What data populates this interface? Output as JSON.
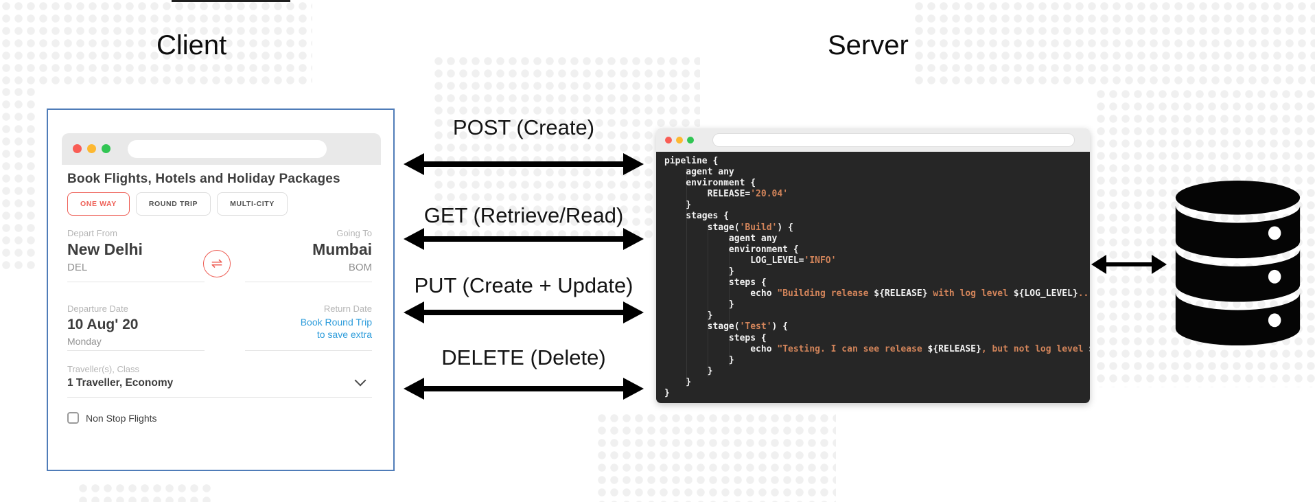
{
  "titles": {
    "client": "Client",
    "server": "Server"
  },
  "arrows": [
    {
      "label": "POST (Create)"
    },
    {
      "label": "GET (Retrieve/Read)"
    },
    {
      "label": "PUT (Create + Update)"
    },
    {
      "label": "DELETE (Delete)"
    }
  ],
  "client": {
    "heading": "Book Flights, Hotels and Holiday Packages",
    "trip_tabs": [
      {
        "label": "ONE WAY",
        "selected": true
      },
      {
        "label": "ROUND TRIP",
        "selected": false
      },
      {
        "label": "MULTI-CITY",
        "selected": false
      }
    ],
    "depart": {
      "label": "Depart From",
      "city": "New Delhi",
      "code": "DEL"
    },
    "going": {
      "label": "Going To",
      "city": "Mumbai",
      "code": "BOM"
    },
    "departure_date": {
      "label": "Departure Date",
      "date": "10 Aug' 20",
      "day": "Monday"
    },
    "return_date": {
      "label": "Return Date",
      "link_line1": "Book Round Trip",
      "link_line2": "to save extra"
    },
    "traveller": {
      "label": "Traveller(s), Class",
      "value": "1 Traveller, Economy"
    },
    "non_stop": {
      "label": "Non Stop Flights",
      "checked": false
    },
    "swap_icon_glyph": "⇌"
  },
  "server": {
    "code": {
      "lines": [
        [
          {
            "c": "p",
            "t": "pipeline {"
          }
        ],
        [
          {
            "c": "p",
            "t": "    agent any"
          }
        ],
        [
          {
            "c": "p",
            "t": "    environment {"
          }
        ],
        [
          {
            "c": "p",
            "t": "        RELEASE="
          },
          {
            "c": "s",
            "t": "'20.04'"
          }
        ],
        [
          {
            "c": "p",
            "t": "    }"
          }
        ],
        [
          {
            "c": "p",
            "t": "    stages {"
          }
        ],
        [
          {
            "c": "p",
            "t": "        stage("
          },
          {
            "c": "s",
            "t": "'Build'"
          },
          {
            "c": "p",
            "t": ") {"
          }
        ],
        [
          {
            "c": "p",
            "t": "            agent any"
          }
        ],
        [
          {
            "c": "p",
            "t": "            environment {"
          }
        ],
        [
          {
            "c": "p",
            "t": "                LOG_LEVEL="
          },
          {
            "c": "s",
            "t": "'INFO'"
          }
        ],
        [
          {
            "c": "p",
            "t": "            }"
          }
        ],
        [
          {
            "c": "p",
            "t": "            steps {"
          }
        ],
        [
          {
            "c": "p",
            "t": "                echo "
          },
          {
            "c": "s",
            "t": "\"Building release "
          },
          {
            "c": "p",
            "t": "${RELEASE}"
          },
          {
            "c": "s",
            "t": " with log level "
          },
          {
            "c": "p",
            "t": "${LOG_LEVEL}"
          },
          {
            "c": "s",
            "t": "...\""
          }
        ],
        [
          {
            "c": "p",
            "t": "            }"
          }
        ],
        [
          {
            "c": "p",
            "t": "        }"
          }
        ],
        [
          {
            "c": "p",
            "t": "        stage("
          },
          {
            "c": "s",
            "t": "'Test'"
          },
          {
            "c": "p",
            "t": ") {"
          }
        ],
        [
          {
            "c": "p",
            "t": "            steps {"
          }
        ],
        [
          {
            "c": "p",
            "t": "                echo "
          },
          {
            "c": "s",
            "t": "\"Testing. I can see release "
          },
          {
            "c": "p",
            "t": "${RELEASE}"
          },
          {
            "c": "s",
            "t": ", but not log level "
          },
          {
            "c": "p",
            "t": "${LOG_LEVEL}"
          },
          {
            "c": "s",
            "t": "\""
          }
        ],
        [
          {
            "c": "p",
            "t": "            }"
          }
        ],
        [
          {
            "c": "p",
            "t": "        }"
          }
        ],
        [
          {
            "c": "p",
            "t": "    }"
          }
        ],
        [
          {
            "c": "p",
            "t": "}"
          }
        ]
      ]
    }
  },
  "database": {
    "icon": "database-cylinder-icon"
  },
  "theme": {
    "accent_red": "#ee5e55",
    "link_blue": "#2d9cdb",
    "card_border_blue": "#4f7cb8",
    "chrome_gray": "#e9e9e9",
    "code_bg": "#262626",
    "code_plain": "#f2f2f2",
    "code_string": "#d2845a",
    "arrow_black": "#000000",
    "dot_gray": "#f0f0f0",
    "traffic_red": "#f95d55",
    "traffic_yellow": "#fdb831",
    "traffic_green": "#31c553"
  }
}
